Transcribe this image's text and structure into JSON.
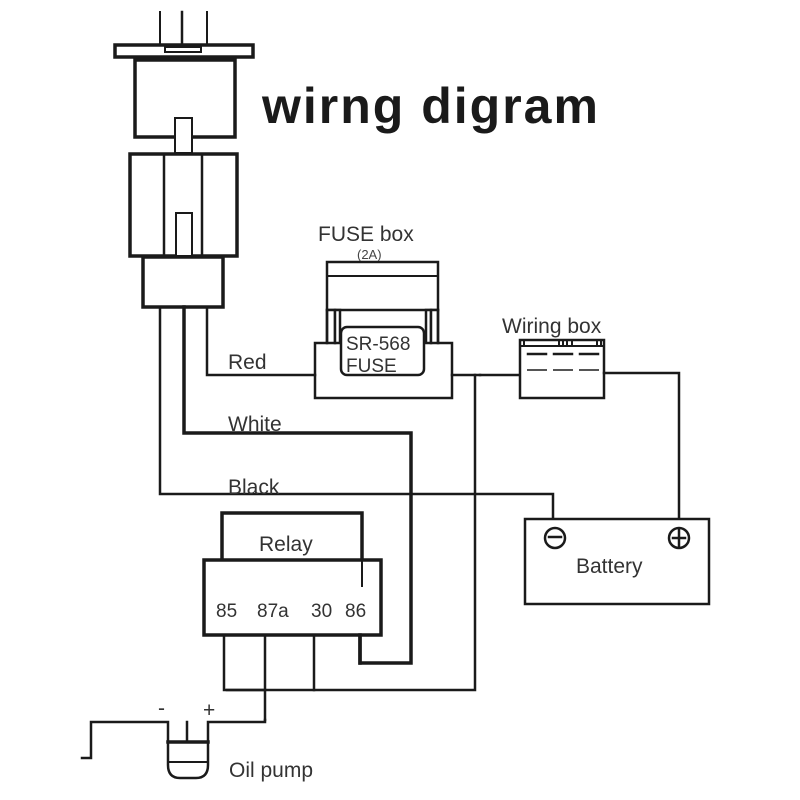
{
  "title": "wirng digram",
  "components": {
    "fuse_box": {
      "label": "FUSE box",
      "rating": "(2A)",
      "fuse_model": "SR-568",
      "fuse_text": "FUSE"
    },
    "wiring_box": {
      "label": "Wiring box"
    },
    "relay": {
      "label": "Relay",
      "pins": [
        "85",
        "87a",
        "30",
        "86"
      ]
    },
    "battery": {
      "label": "Battery",
      "negative_symbol": "−",
      "positive_symbol": "+"
    },
    "oil_pump": {
      "label": "Oil pump",
      "negative": "-",
      "positive": "+"
    }
  },
  "wires": [
    {
      "label": "Red"
    },
    {
      "label": "White"
    },
    {
      "label": "Black"
    }
  ],
  "colors": {
    "line": "#1a1a1a",
    "text": "#333333",
    "background": "#ffffff"
  }
}
